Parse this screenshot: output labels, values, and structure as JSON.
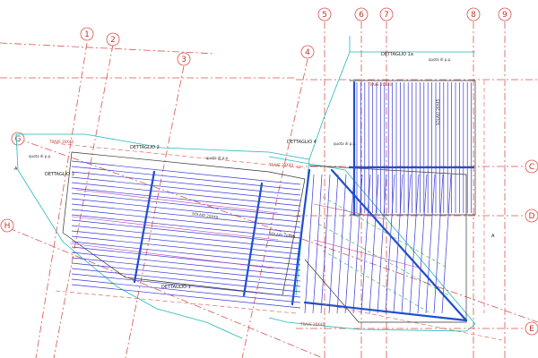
{
  "grid": {
    "top": [
      "1",
      "2",
      "3",
      "4",
      "5",
      "6",
      "7",
      "8",
      "9"
    ],
    "side": [
      "G",
      "H",
      "C",
      "D",
      "E"
    ]
  },
  "details": {
    "d1": "DETTAGLIO 1",
    "d2": "DETTAGLIO 2",
    "d3": "DETTAGLIO 3",
    "d4": "DETTAGLIO 4",
    "d1a": "DETTAGLIO 1a"
  },
  "sections": {
    "a_left": "A",
    "a_right": "A"
  },
  "annotations": {
    "quota_left": "quota di p.p.",
    "quota_mid": "quota di p.p.",
    "quota_top": "quota di p.p.",
    "quota_low": "quota di p.p.",
    "trave": "TRAVE 20X40",
    "trave_b": "TRAVE 20X40",
    "trave_c": "TRAVE 20X40",
    "trave_d": "TRAVE 20X40",
    "solaio_1": "SOLAIO 20X45",
    "solaio_2": "SOLAIO 20X45",
    "solaio_3": "SOLAIO 20X45"
  },
  "colors": {
    "grid": "#d9534f",
    "joist": "#3a3ad6",
    "beam": "#1f4fcf",
    "cyan": "#25b9b9",
    "magenta": "#c13fb0",
    "green": "#36b34a",
    "outline": "#333333"
  }
}
